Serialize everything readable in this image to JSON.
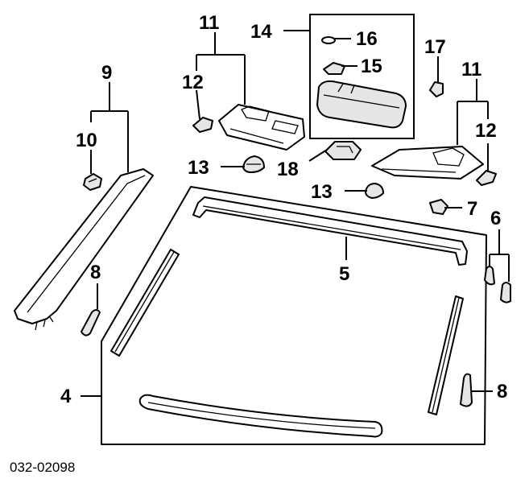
{
  "diagram_code": "032-02098",
  "callouts": {
    "c4": "4",
    "c5": "5",
    "c6": "6",
    "c7": "7",
    "c8a": "8",
    "c8b": "8",
    "c9": "9",
    "c10": "10",
    "c11a": "11",
    "c11b": "11",
    "c12a": "12",
    "c12b": "12",
    "c13a": "13",
    "c13b": "13",
    "c14": "14",
    "c15": "15",
    "c16": "16",
    "c17": "17",
    "c18": "18"
  }
}
